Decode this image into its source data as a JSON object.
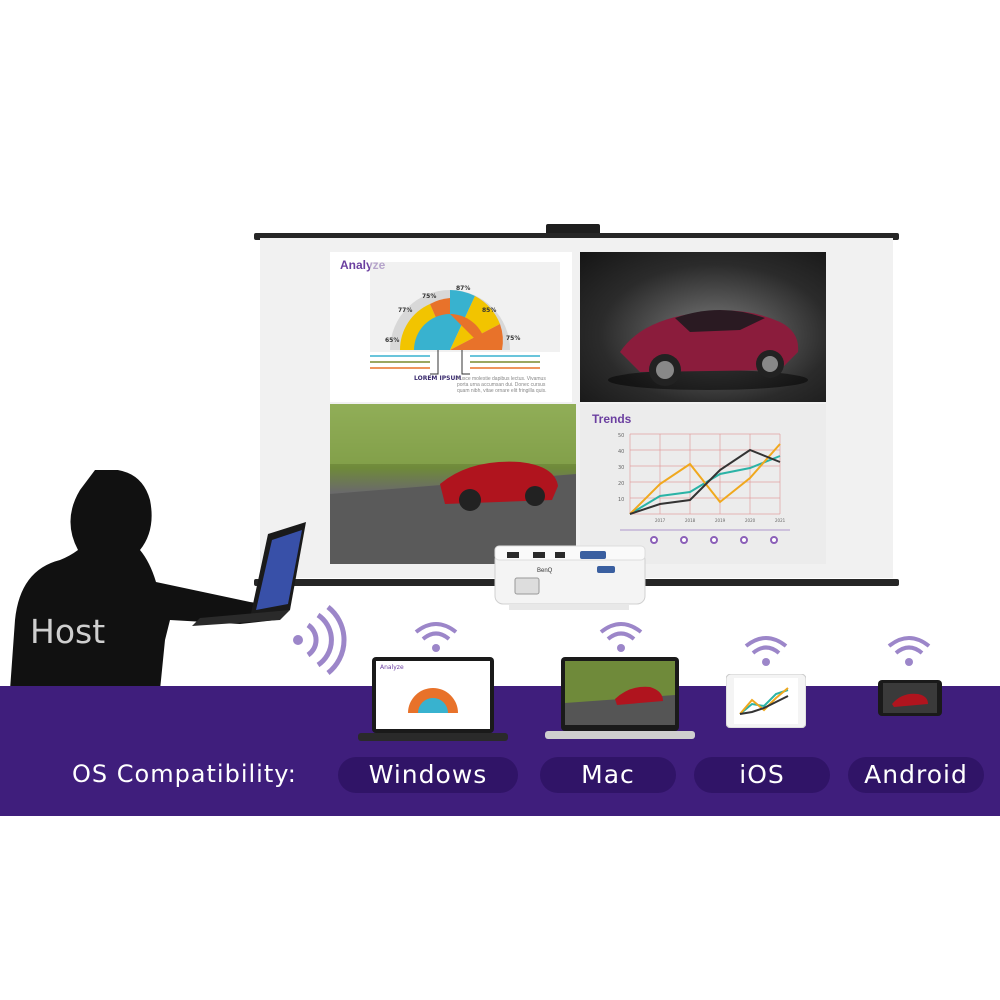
{
  "host": {
    "label": "Host"
  },
  "os_section": {
    "label": "OS Compatibility:",
    "platforms": [
      "Windows",
      "Mac",
      "iOS",
      "Android"
    ]
  },
  "screen": {
    "analyze_panel": {
      "title": "Analyze",
      "percentages": [
        "65%",
        "77%",
        "75%",
        "87%",
        "85%",
        "75%"
      ],
      "legend_text": "LOREM IPSUM",
      "body_text": "Fusce molestie dapibus lectus. Vivamus porta urna accumsan dui. Donec cursus quam nibh, vitae ornare elit fringilla quis."
    },
    "trends_panel": {
      "title": "Trends",
      "y_ticks": [
        "50",
        "40",
        "30",
        "20",
        "10"
      ],
      "x_ticks": [
        "2017",
        "2018",
        "2019",
        "2020",
        "2021"
      ]
    }
  },
  "colors": {
    "band": "#3f1e7c",
    "pill": "#301467",
    "accent_purple": "#6b3fa0",
    "wifi": "#9c86c9"
  }
}
